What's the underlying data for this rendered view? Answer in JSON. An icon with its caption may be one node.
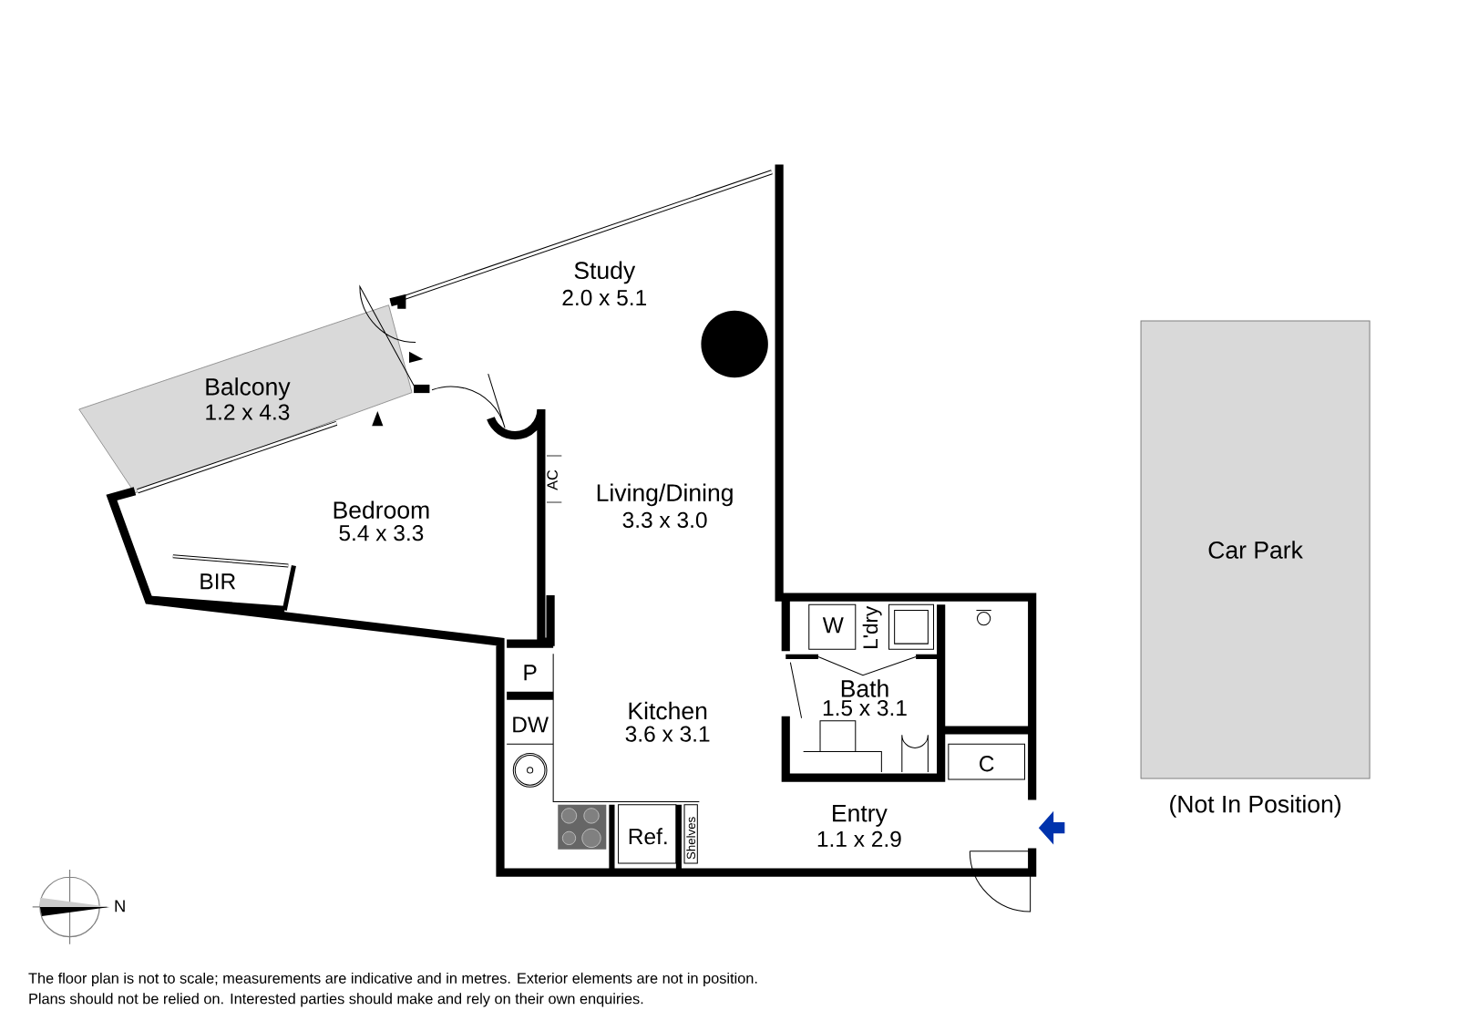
{
  "diagram": {
    "nodes": [
      {
        "text": [
          "Car Park"
        ],
        "beside": [
          "(Not In Position)"
        ]
      }
    ],
    "labels": [
      "Study",
      "2.0 x 5.1",
      "Balcony",
      "1.2 x 4.3",
      "AC",
      "Living/Dining",
      "3.3 x 3.0",
      "Bedroom",
      "5.4 x 3.3",
      "BIR",
      "W",
      "L'dry",
      "P",
      "Bath",
      "1.5 x 3.1",
      "Kitchen",
      "3.6 x 3.1",
      "DW",
      "C",
      "Ref.",
      "Shelves",
      "Entry",
      "1.1 x 2.9",
      "N",
      "The floor plan is not to scale; measurements are indicative and in metres. Exterior elements are not in position.",
      "Plans should not be relied on. Interested parties should make and rely on their own enquiries."
    ]
  }
}
